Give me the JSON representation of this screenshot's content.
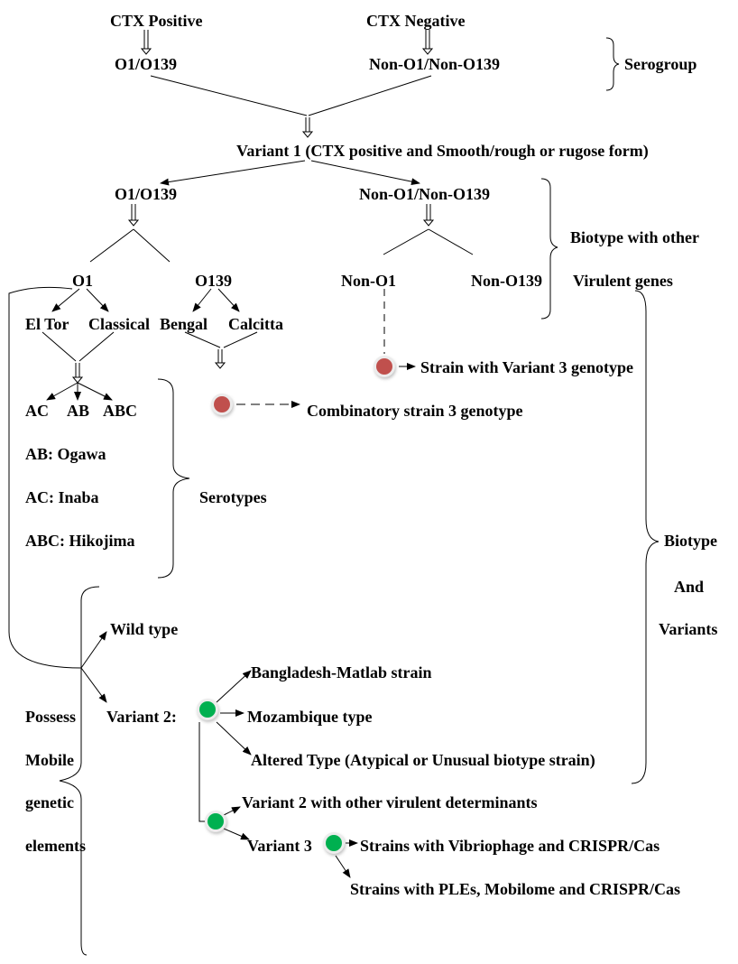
{
  "title": "Vibrio cholerae classification: serogroup, biotype, serotypes and variants",
  "colors": {
    "red_marker": "#c0504d",
    "green_marker": "#00b050",
    "line": "#000000"
  },
  "top": {
    "ctx_positive": "CTX Positive",
    "ctx_negative": "CTX Negative",
    "o1_o139": "O1/O139",
    "non_o1_non_o139": "Non-O1/Non-O139",
    "serogroup_label": "Serogroup"
  },
  "variant1": "Variant 1 (CTX positive and Smooth/rough or rugose form)",
  "level2": {
    "o1_o139": "O1/O139",
    "non_o1_non_o139": "Non-O1/Non-O139",
    "biotype_label_line1": "Biotype with other",
    "biotype_label_line2": "Virulent genes"
  },
  "level3": {
    "o1": "O1",
    "o139": "O139",
    "non_o1": "Non-O1",
    "non_o139": "Non-O139"
  },
  "biotypes": {
    "el_tor": "El Tor",
    "classical": "Classical",
    "bengal": "Bengal",
    "calcitta": "Calcitta"
  },
  "markers": {
    "variant3_genotype": "Strain with Variant 3 genotype",
    "combinatory": "Combinatory strain 3 genotype"
  },
  "serotypes": {
    "codes": [
      "AC",
      "AB",
      "ABC"
    ],
    "ogawa": "AB: Ogawa",
    "inaba": "AC: Inaba",
    "hikojima": "ABC: Hikojima",
    "label": "Serotypes"
  },
  "biotype_variants_label": [
    "Biotype",
    "And",
    "Variants"
  ],
  "mobile_label": [
    "Possess",
    "Mobile",
    "genetic",
    "elements"
  ],
  "variants": {
    "wild_type": "Wild type",
    "variant2": "Variant  2:",
    "bangladesh": "Bangladesh-Matlab strain",
    "mozambique": "Mozambique type",
    "altered": "Altered Type (Atypical or Unusual biotype strain)",
    "variant2_other": "Variant 2 with other virulent determinants",
    "variant3": "Variant 3",
    "vibriophage": "Strains with Vibriophage and CRISPR/Cas",
    "ples": "Strains with PLEs, Mobilome and CRISPR/Cas"
  }
}
